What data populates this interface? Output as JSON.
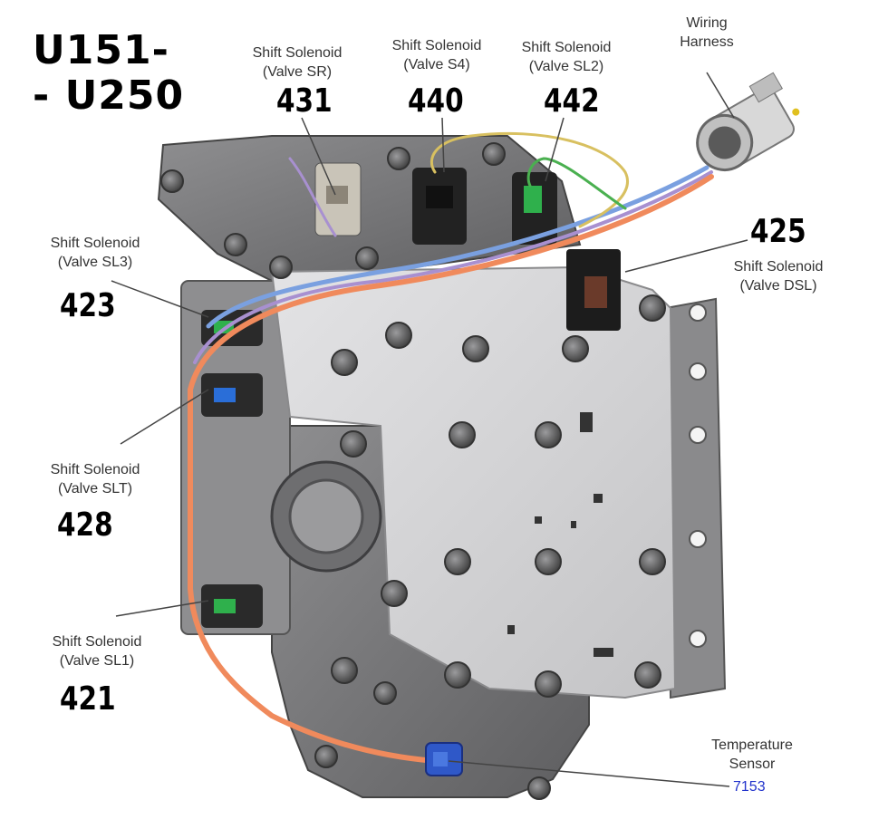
{
  "title": {
    "line1": "U151-",
    "line2": "- U250"
  },
  "callouts": {
    "sr": {
      "line1": "Shift Solenoid",
      "line2": "(Valve SR)",
      "number": "431"
    },
    "s4": {
      "line1": "Shift Solenoid",
      "line2": "(Valve S4)",
      "number": "440"
    },
    "sl2": {
      "line1": "Shift Solenoid",
      "line2": "(Valve SL2)",
      "number": "442"
    },
    "harness": {
      "line1": "Wiring",
      "line2": "Harness"
    },
    "dsl": {
      "line1": "Shift Solenoid",
      "line2": "(Valve DSL)",
      "number": "425"
    },
    "sl3": {
      "line1": "Shift Solenoid",
      "line2": "(Valve SL3)",
      "number": "423"
    },
    "slt": {
      "line1": "Shift Solenoid",
      "line2": "(Valve SLT)",
      "number": "428"
    },
    "sl1": {
      "line1": "Shift Solenoid",
      "line2": "(Valve SL1)",
      "number": "421"
    },
    "temp": {
      "line1": "Temperature",
      "line2": "Sensor",
      "number": "7153"
    }
  },
  "colors": {
    "plate": "#d7d7d9",
    "plate_dark": "#9a9a9c",
    "casting": "#7e7e80",
    "wire_orange": "#f08a5c",
    "wire_blue": "#7aa0e0",
    "wire_purple": "#a890d0",
    "solenoid_green": "#2fb04c",
    "solenoid_blue": "#2a6ed8",
    "sensor_blue": "#2f58c8",
    "code_blue": "#2233cc"
  }
}
